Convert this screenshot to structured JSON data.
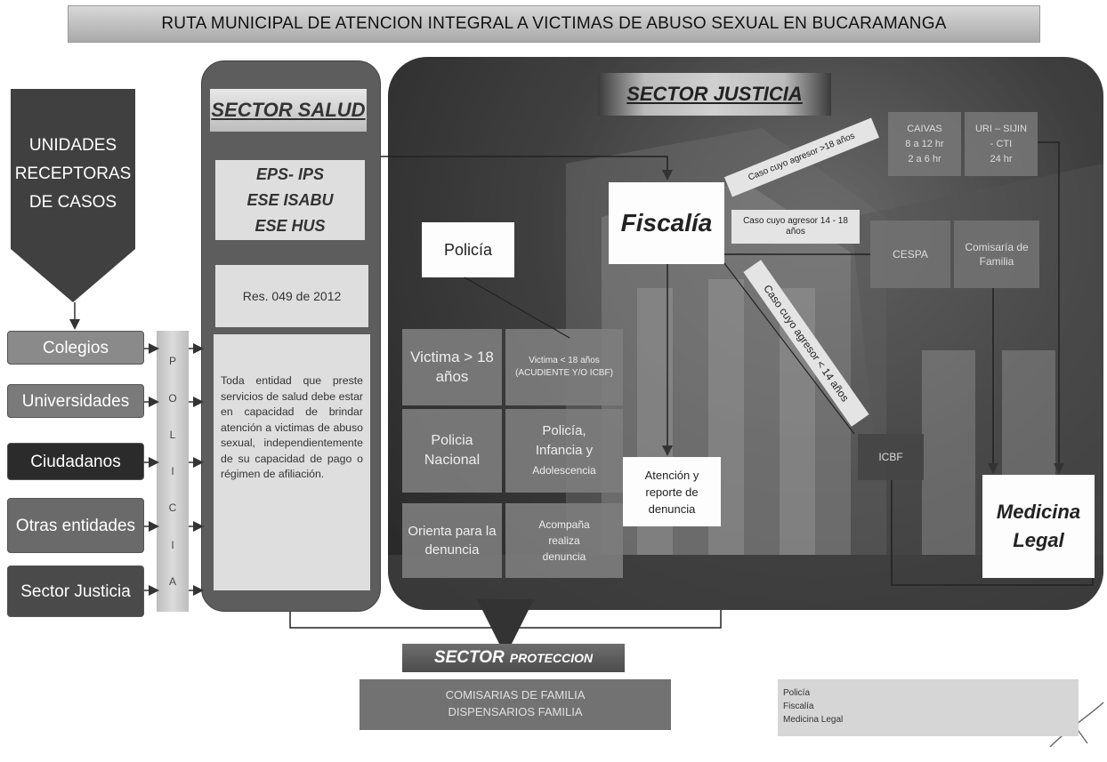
{
  "title": "RUTA MUNICIPAL DE ATENCION INTEGRAL A VICTIMAS DE ABUSO SEXUAL EN BUCARAMANGA",
  "unidades": {
    "lines": [
      "UNIDADES",
      "RECEPTORAS",
      "DE CASOS"
    ]
  },
  "receptoras": [
    {
      "label": "Colegios"
    },
    {
      "label": "Universidades"
    },
    {
      "label": "Ciudadanos"
    },
    {
      "label": "Otras entidades"
    },
    {
      "label": "Sector Justicia"
    }
  ],
  "policia_col": {
    "letters": [
      "P",
      "O",
      "L",
      "I",
      "C",
      "I",
      "A"
    ]
  },
  "sector_salud": {
    "title": "SECTOR SALUD",
    "entities": [
      "EPS- IPS",
      "ESE ISABU",
      "ESE HUS"
    ],
    "resolution": "Res. 049 de 2012",
    "note": "Toda entidad que preste servicios de salud debe estar en capacidad de brindar atención a victimas de abuso sexual, independientemente de su capacidad de pago o régimen de afiliación."
  },
  "sector_justicia": {
    "title": "SECTOR JUSTICIA",
    "policia": "Policía",
    "fiscalia": "Fiscalía",
    "victima_mayor": "Victima > 18 años",
    "victima_menor": "Victima < 18 años (ACUDIENTE Y/O ICBF)",
    "policia_nacional": "Policia Nacional",
    "policia_infancia": [
      "Policía,",
      "Infancia y",
      "Adolescencia"
    ],
    "orienta": "Orienta para la denuncia",
    "acompana": "Acompaña realiza denuncia",
    "atencion": "Atención y reporte de denuncia",
    "caso_mayor18": "Caso cuyo agresor >18 años",
    "caso_14_18": "Caso cuyo agresor 14 - 18 años",
    "caso_menor14": "Caso cuyo agresor < 14 años",
    "caivas": [
      "CAIVAS",
      "8 a 12 hr",
      "2 a 6 hr"
    ],
    "uri": [
      "URI – SIJIN",
      "- CTI",
      "24 hr"
    ],
    "cespa": "CESPA",
    "comisaria": "Comisaría de Familia",
    "icbf": "ICBF",
    "medicina_legal": [
      "Medicina",
      "Legal"
    ]
  },
  "sector_proteccion": {
    "title_bold": "SECTOR",
    "title_rest": "PROTECCION",
    "lines": [
      "COMISARIAS DE FAMILIA",
      "DISPENSARIOS FAMILIA"
    ]
  },
  "legend": [
    "Policía",
    "Fiscalía",
    "Medicina Legal"
  ]
}
